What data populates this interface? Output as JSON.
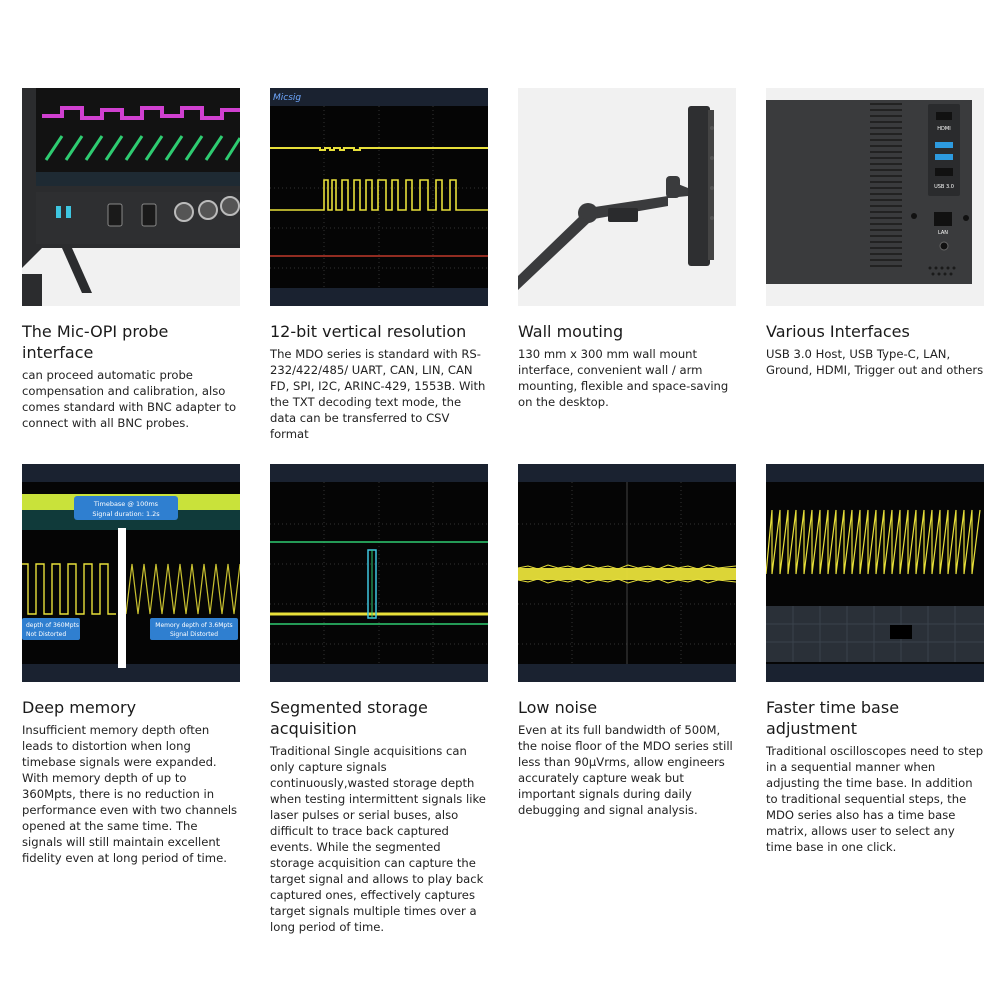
{
  "features": [
    {
      "title": "The Mic-OPI probe interface",
      "desc": "can proceed automatic probe compensation and calibration, also comes standard with BNC adapter to connect with all BNC probes."
    },
    {
      "title": "12-bit vertical resolution",
      "desc": "The MDO series is standard with RS-232/422/485/ UART, CAN, LIN, CAN FD, SPI, I2C, ARINC-429, 1553B. With the TXT decoding text mode, the data can be transferred to CSV format",
      "logo": "Micsig"
    },
    {
      "title": "Wall mouting",
      "desc": "130 mm x 300 mm wall mount interface, convenient wall / arm mounting, flexible and space-saving on the desktop."
    },
    {
      "title": "Various Interfaces",
      "desc": "USB 3.0 Host, USB Type-C, LAN, Ground, HDMI, Trigger out and others",
      "port_labels": [
        "HDMI",
        "USB 3.0",
        "LAN"
      ]
    },
    {
      "title": "Deep memory",
      "desc": "Insufficient memory depth often leads to distortion when long timebase signals were expanded. With memory depth of up to 360Mpts, there is no reduction in performance even with two channels opened at the same time. The signals will still maintain excellent fidelity even at long period of time.",
      "banner_line1": "Timebase @ 100ms",
      "banner_line2": "Signal duration: 1.2s",
      "left_note_line1": "depth of 360Mpts",
      "left_note_line2": "Not Distorted",
      "right_note_line1": "Memory depth of 3.6Mpts",
      "right_note_line2": "Signal Distorted"
    },
    {
      "title": "Segmented storage acquisition",
      "desc": "Traditional Single acquisitions can only capture signals continuously,wasted storage depth when testing intermittent signals like laser pulses or serial buses, also difficult to trace back captured events. While the segmented storage acquisition can capture the target signal and allows to play back captured ones, effectively captures target signals multiple times over a long period of time."
    },
    {
      "title": "Low noise",
      "desc": "Even at its full bandwidth of 500M, the noise floor of the MDO series still less than 90μVrms, allow engineers accurately capture weak but important signals during daily debugging and signal analysis."
    },
    {
      "title": "Faster time base adjustment",
      "desc": "Traditional oscilloscopes need to step in a sequential manner when adjusting the time base. In addition to traditional sequential steps, the MDO series also has a time base matrix, allows user to select any time base in one click."
    }
  ],
  "colors": {
    "trace_yellow": "#e8e03a",
    "trace_green": "#2ecc71",
    "trace_magenta": "#d040d0",
    "banner_blue": "#2f7fd0",
    "device_gray": "#3a3b3d"
  }
}
